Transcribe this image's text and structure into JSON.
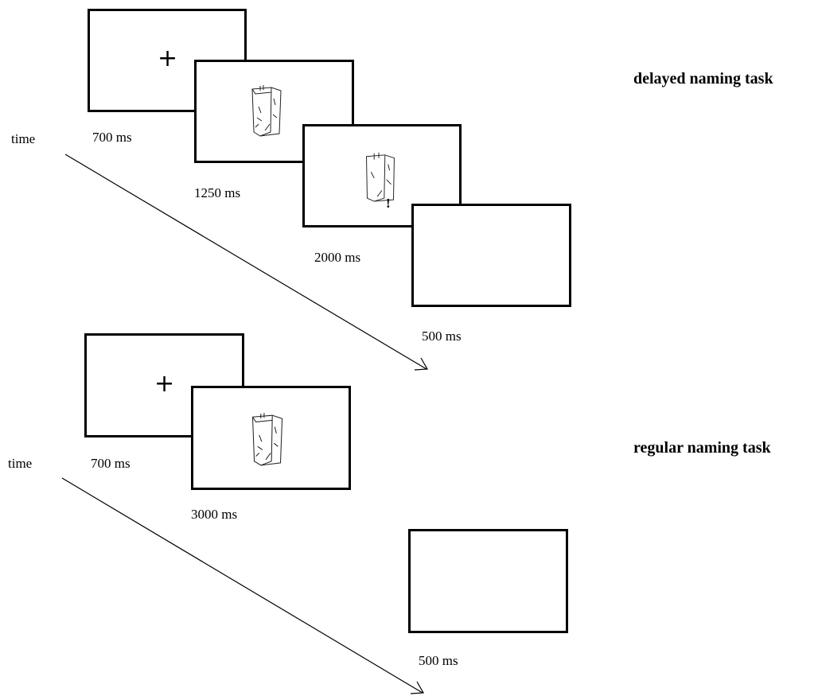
{
  "delayed_task": {
    "title": "delayed naming task",
    "time_label": "time",
    "screens": [
      {
        "content": "fixation",
        "symbol": "+",
        "duration": "700 ms"
      },
      {
        "content": "picture",
        "icon": "paper-bag-drawing-icon",
        "duration": "1250 ms"
      },
      {
        "content": "picture-with-cue",
        "icon": "paper-bag-drawing-icon",
        "cue": "!",
        "duration": "2000 ms"
      },
      {
        "content": "blank",
        "duration": "500 ms"
      }
    ]
  },
  "regular_task": {
    "title": "regular naming task",
    "time_label": "time",
    "screens": [
      {
        "content": "fixation",
        "symbol": "+",
        "duration": "700 ms"
      },
      {
        "content": "picture",
        "icon": "paper-bag-drawing-icon",
        "duration": "3000 ms"
      },
      {
        "content": "blank",
        "duration": "500 ms"
      }
    ]
  }
}
